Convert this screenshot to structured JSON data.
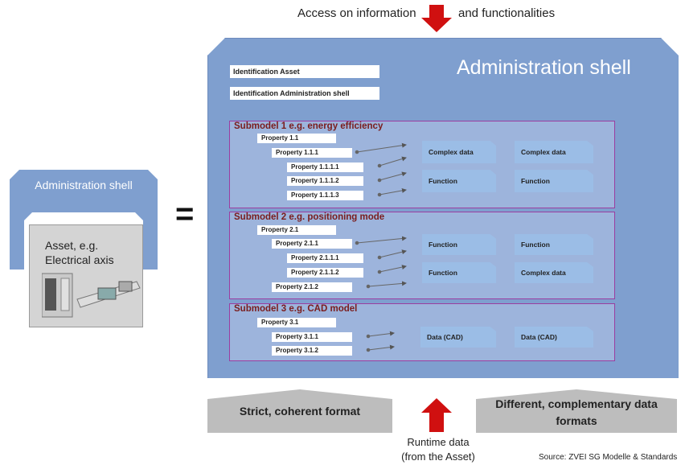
{
  "top": {
    "left_text": "Access on information",
    "right_text": "and functionalities"
  },
  "left": {
    "shell_title": "Administration shell",
    "asset_text": "Asset, e.g. Electrical axis"
  },
  "equals": "=",
  "shell": {
    "title": "Administration shell",
    "id_asset": "Identification Asset",
    "id_shell": "Identification Administration shell"
  },
  "submodels": [
    {
      "title": "Submodel 1 e.g. energy efficiency",
      "properties": [
        "Property 1.1",
        "Property 1.1.1",
        "Property 1.1.1.1",
        "Property 1.1.1.2",
        "Property 1.1.1.3"
      ],
      "chips": [
        "Complex data",
        "Complex data",
        "Function",
        "Function"
      ]
    },
    {
      "title": "Submodel 2 e.g. positioning mode",
      "properties": [
        "Property 2.1",
        "Property 2.1.1",
        "Property 2.1.1.1",
        "Property 2.1.1.2",
        "Property 2.1.2"
      ],
      "chips": [
        "Function",
        "Function",
        "Function",
        "Complex data"
      ]
    },
    {
      "title": "Submodel 3 e.g. CAD model",
      "properties": [
        "Property 3.1",
        "Property 3.1.1",
        "Property 3.1.2"
      ],
      "chips": [
        "Data (CAD)",
        "Data (CAD)"
      ]
    }
  ],
  "bottom": {
    "left": "Strict, coherent format",
    "right": "Different, complementary data formats",
    "runtime": "Runtime data (from the Asset)",
    "source": "Source: ZVEI SG Modelle & Standards"
  },
  "colors": {
    "shell_blue": "#7f9fcf",
    "chip_blue": "#9bbde6",
    "submodel_border": "#9b3ea0",
    "arrow_red": "#d01010",
    "gray_block": "#bdbdbd"
  }
}
